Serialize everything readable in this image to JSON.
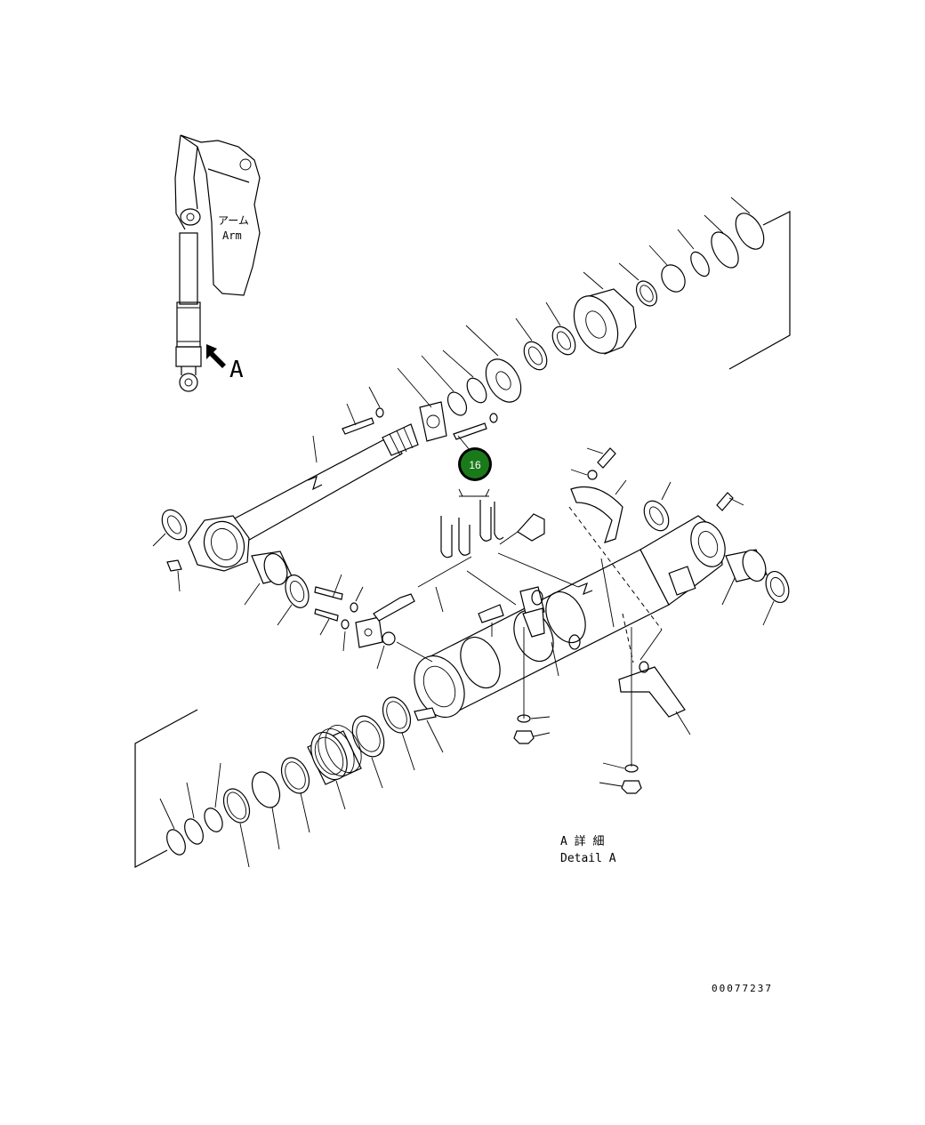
{
  "inset": {
    "label_jp": "アーム",
    "label_en": "Arm",
    "view_letter": "A"
  },
  "callout": {
    "number": "16",
    "color": "#1a7a1a"
  },
  "detail": {
    "label_jp": "A 詳 細",
    "label_en": "Detail A"
  },
  "drawing_number": "00077237"
}
